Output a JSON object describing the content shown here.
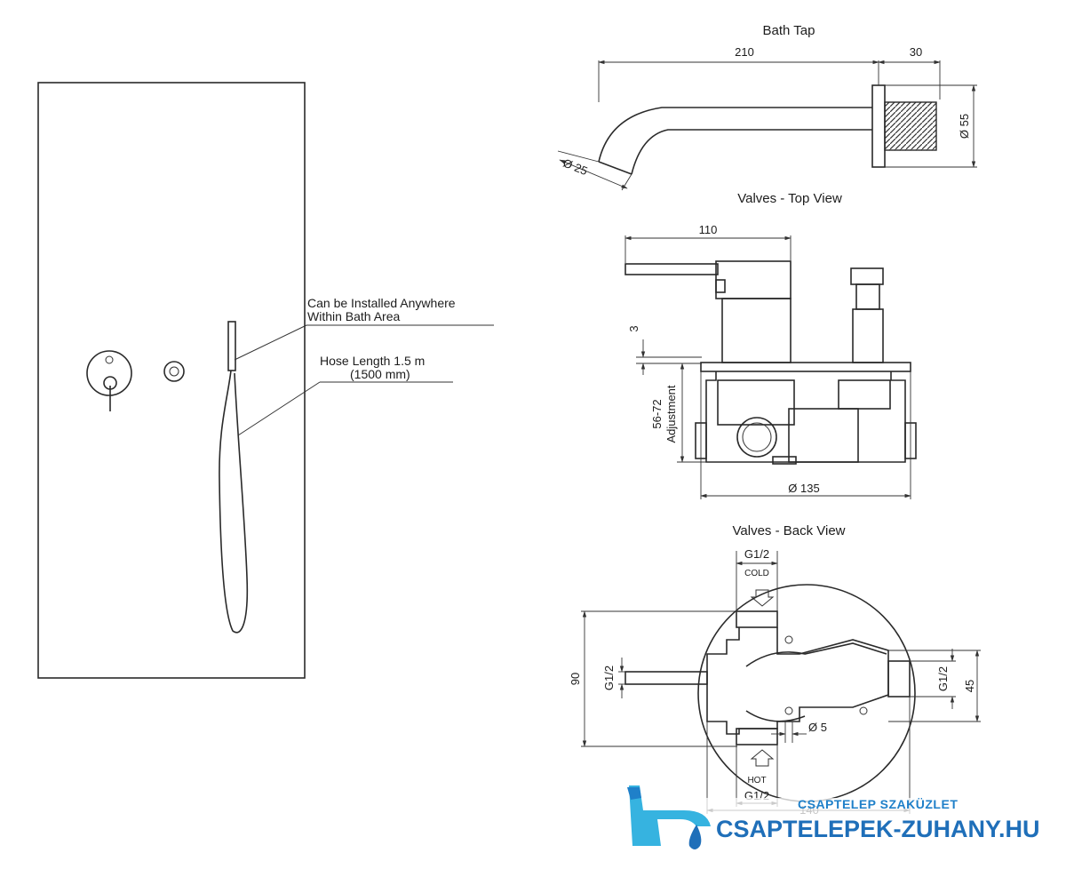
{
  "diagram": {
    "titles": {
      "bath_tap": "Bath Tap",
      "valves_top": "Valves - Top View",
      "valves_back": "Valves - Back View"
    },
    "annotations": {
      "install_line1": "Can be Installed Anywhere",
      "install_line2": "Within Bath Area",
      "hose_line1": "Hose Length 1.5 m",
      "hose_line2": "(1500 mm)"
    },
    "bath_tap_dims": {
      "length": "210",
      "flange": "30",
      "outlet_dia": "Ø 25",
      "flange_dia": "Ø 55"
    },
    "top_view_dims": {
      "lever": "110",
      "gap": "3",
      "adjustment_value": "56-72",
      "adjustment_label": "Adjustment",
      "plate_dia": "Ø 135"
    },
    "back_view_dims": {
      "inlet_top": "G1/2",
      "cold": "COLD",
      "hot": "HOT",
      "inlet_bottom": "G1/2",
      "outlet_left": "G1/2",
      "outlet_right": "G1/2",
      "height": "90",
      "right_height": "45",
      "hole_dia": "Ø 5",
      "width": "140"
    }
  },
  "brand": {
    "subtitle": "CSAPTELEP SZAKÜZLET",
    "name": "CSAPTELEPEK-ZUHANY.HU"
  }
}
